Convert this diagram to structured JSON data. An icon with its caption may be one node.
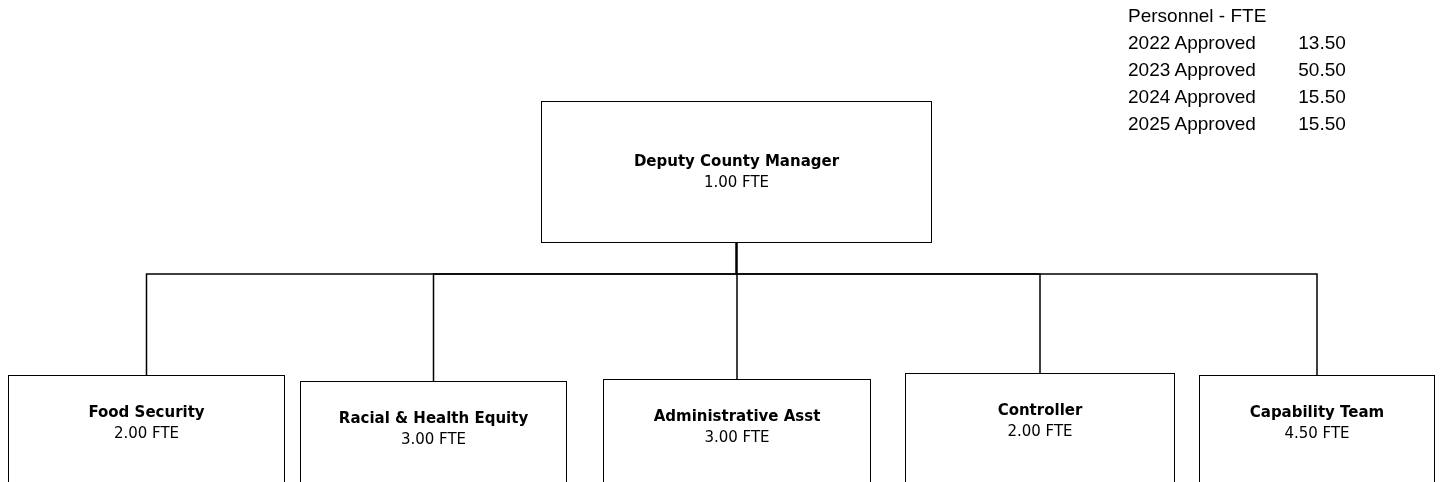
{
  "diagram": {
    "nodes": [
      {
        "text": [
          "Deputy County Manager",
          "1.00 FTE"
        ]
      },
      {
        "text": [
          "Food Security",
          "2.00 FTE"
        ]
      },
      {
        "text": [
          "Racial & Health Equity",
          "3.00 FTE"
        ]
      },
      {
        "text": [
          "Administrative Asst",
          "3.00 FTE"
        ]
      },
      {
        "text": [
          "Controller",
          "2.00 FTE"
        ]
      },
      {
        "text": [
          "Capability Team",
          "4.50 FTE"
        ]
      }
    ],
    "edges": [
      {
        "from": 0,
        "to": 1,
        "arrow": "none"
      },
      {
        "from": 0,
        "to": 2,
        "arrow": "none"
      },
      {
        "from": 0,
        "to": 3,
        "arrow": "none"
      },
      {
        "from": 0,
        "to": 4,
        "arrow": "none"
      },
      {
        "from": 0,
        "to": 5,
        "arrow": "none"
      }
    ],
    "labels": [
      "Personnel - FTE",
      "2022 Approved",
      "13.50",
      "2023 Approved",
      "50.50",
      "2024 Approved",
      "15.50",
      "2025 Approved",
      "15.50"
    ]
  }
}
